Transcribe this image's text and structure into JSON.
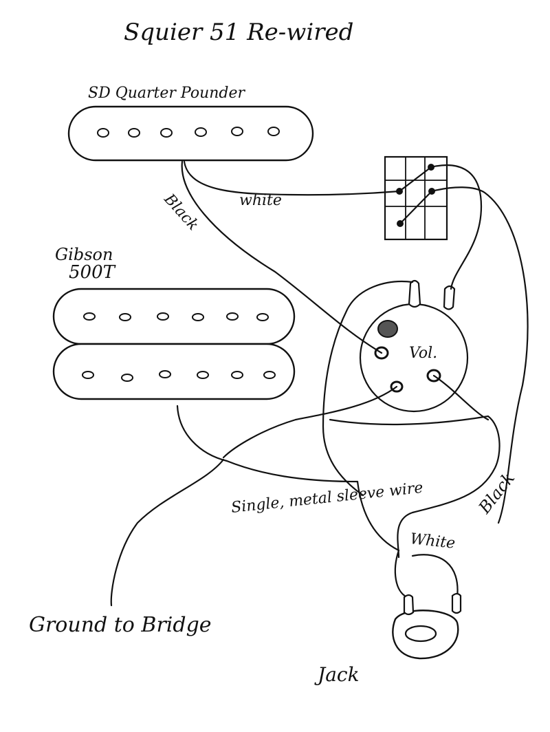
{
  "title": "Squier 51  Re-wired",
  "labels": {
    "sd_pickup": "SD  Quarter Pounder",
    "gibson_1": "Gibson",
    "gibson_2": "500T",
    "black_1": "Black",
    "white_1": "white",
    "vol": "Vol.",
    "single_wire": "Single, metal sleeve wire",
    "black_2": "Black",
    "white_2": "White",
    "ground": "Ground to Bridge",
    "jack": "Jack"
  },
  "colors": {
    "ink": "#111111",
    "paper": "#ffffff"
  }
}
